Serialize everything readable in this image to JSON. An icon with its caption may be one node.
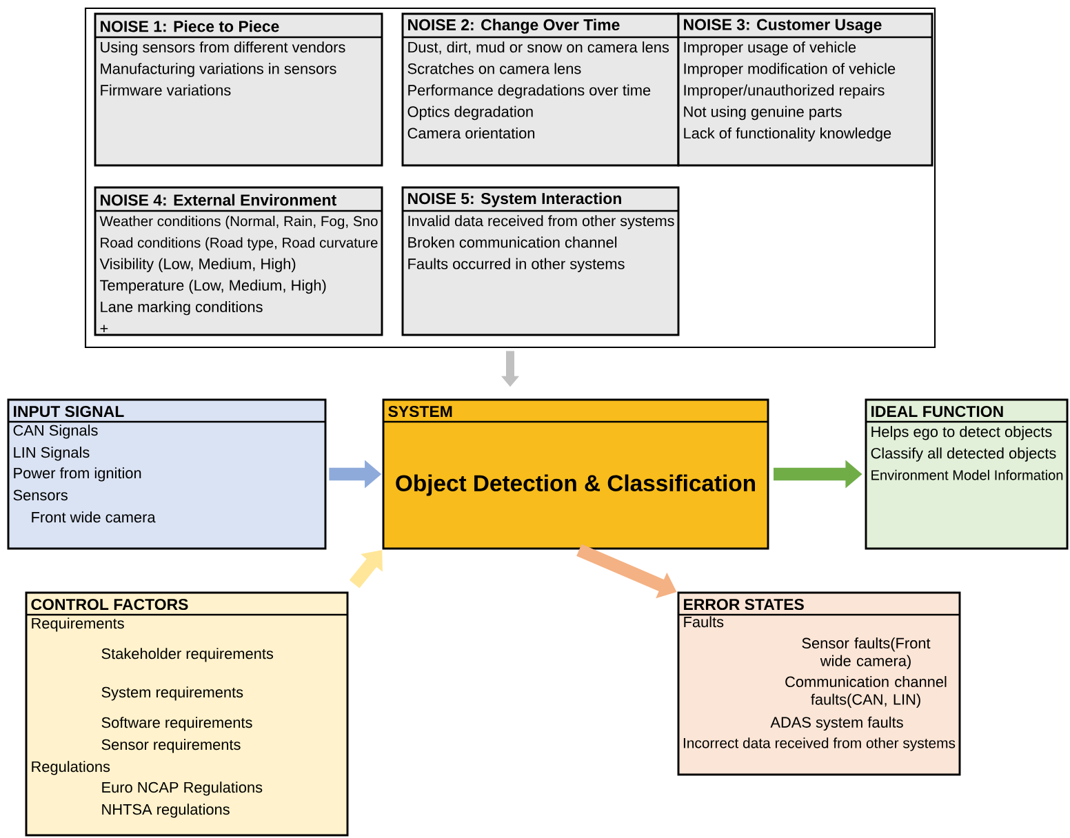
{
  "diagram": {
    "nodes": [
      {
        "text": [],
        "shape": "box"
      },
      {
        "text": [
          "NOISE 1: Piece to Piece",
          "Using sensors from different vendors",
          "Manufacturing variations in sensors",
          "Firmware variations"
        ],
        "in": 0
      },
      {
        "text": [
          "NOISE 2: Change Over Time",
          "Dust, dirt, mud or snow on camera lens",
          "Scratches on camera lens",
          "Performance degradations over time",
          "Optics degradation",
          "Camera orientation"
        ],
        "in": 0
      },
      {
        "text": [
          "NOISE 3: Customer Usage",
          "Improper usage of vehicle",
          "Improper modification of vehicle",
          "Improper/unauthorized repairs",
          "Not using genuine  parts",
          "Lack of functionality knowledge"
        ],
        "in": 0
      },
      {
        "text": [
          "NOISE 4: External Environment",
          "Weather conditions (Normal, Rain, Fog, Sno",
          "Road conditions (Road type, Road curvature",
          "Visibility (Low, Medium, High)",
          "Temperature (Low, Medium, High)",
          "Lane marking conditions",
          "+"
        ],
        "in": 0
      },
      {
        "text": [
          "NOISE 5: System Interaction",
          "Invalid data received from other systems",
          "Broken communication channel",
          "Faults occurred in other systems"
        ],
        "in": 0
      },
      {
        "text": [
          "INPUT SIGNAL",
          "CAN Signals",
          "LIN Signals",
          "Power from ignition",
          "Sensors",
          "Front wide camera"
        ]
      },
      {
        "text": [
          "SYSTEM",
          "Object Detection & Classification"
        ]
      },
      {
        "text": [
          "IDEAL FUNCTION",
          "Helps ego to detect objects",
          "Classify all detected objects",
          "Environment Model Information"
        ]
      },
      {
        "text": [
          "CONTROL FACTORS",
          "Requirements",
          "Stakeholder requirements",
          "System requirements",
          "Software requirements",
          "Sensor requirements",
          "Regulations",
          "Euro NCAP Regulations",
          "NHTSA regulations"
        ]
      },
      {
        "text": [
          "ERROR STATES",
          "Faults",
          "Sensor faults(Front wide camera)",
          "Communication channel faults(CAN, LIN)",
          "ADAS system faults",
          "Incorrect data received from other systems"
        ]
      }
    ],
    "edges": [
      {
        "from": 0,
        "to": 7,
        "arrow": "to",
        "color": "#c0c0c0"
      },
      {
        "from": 6,
        "to": 7,
        "arrow": "to",
        "color": "#8eaadb"
      },
      {
        "from": 9,
        "to": 7,
        "arrow": "to",
        "color": "#ffe699"
      },
      {
        "from": 7,
        "to": 8,
        "arrow": "to",
        "color": "#70ad47"
      },
      {
        "from": 7,
        "to": 10,
        "arrow": "to",
        "color": "#f4b183"
      }
    ]
  }
}
